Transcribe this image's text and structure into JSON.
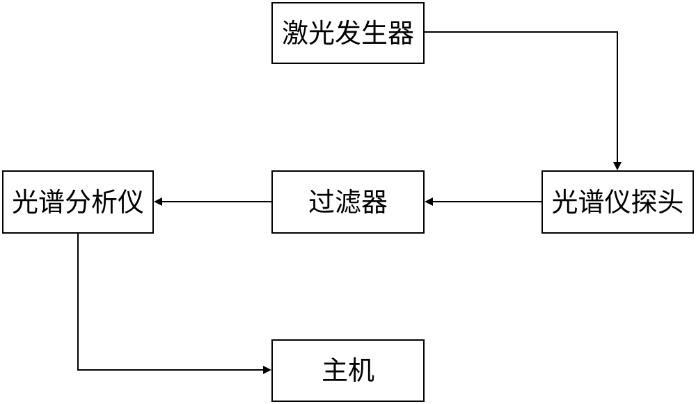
{
  "diagram": {
    "nodes": {
      "laser": {
        "label": "激光发生器"
      },
      "probe": {
        "label": "光谱仪探头"
      },
      "filter": {
        "label": "过滤器"
      },
      "analyzer": {
        "label": "光谱分析仪"
      },
      "host": {
        "label": "主机"
      }
    },
    "edges": [
      {
        "from": "激光发生器",
        "to": "光谱仪探头"
      },
      {
        "from": "光谱仪探头",
        "to": "过滤器"
      },
      {
        "from": "过滤器",
        "to": "光谱分析仪"
      },
      {
        "from": "光谱分析仪",
        "to": "主机"
      }
    ],
    "colors": {
      "line": "#000000",
      "box_border": "#000000",
      "background": "#ffffff"
    }
  }
}
